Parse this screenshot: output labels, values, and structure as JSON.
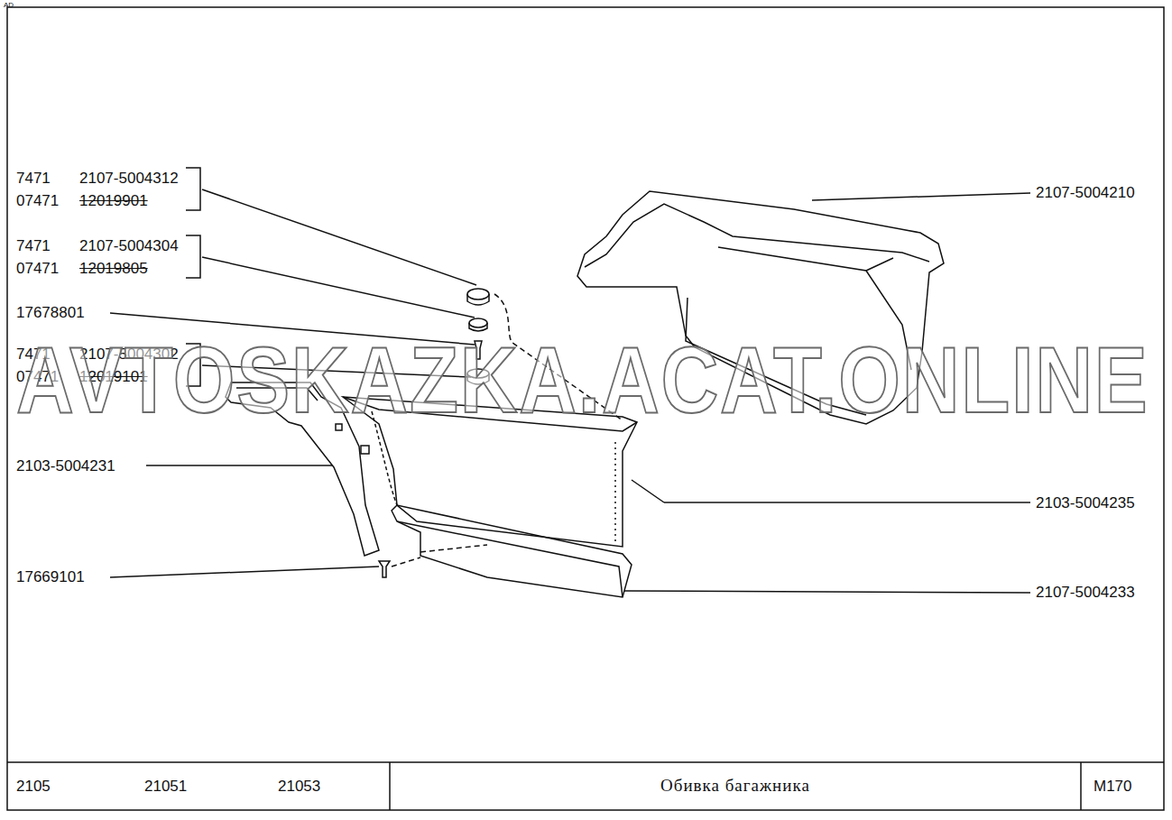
{
  "diagram": {
    "title": "Обивка багажника",
    "labels": [
      "AD",
      "7471",
      "2107-5004312",
      "07471",
      "12019901",
      "7471",
      "2107-5004304",
      "07471",
      "12019805",
      "17678801",
      "7471",
      "2107-5004302",
      "07471",
      "12019101",
      "2103-5004231",
      "17669101",
      "2107-5004210",
      "2103-5004235",
      "2107-5004233",
      "2105",
      "21051",
      "21053",
      "M170",
      "AVTOSKAZKA.ACAT.ONLINE"
    ]
  }
}
